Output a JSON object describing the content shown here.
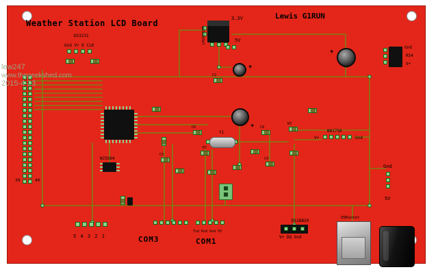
{
  "page": {
    "title": "Weather Station LCD Board",
    "author": "Lewis G1RUN"
  },
  "watermark": {
    "user": "lew247",
    "site": "www.thegeekshed.com",
    "date": "2015-4-23"
  },
  "colors": {
    "board": "#e32619",
    "trace": "#7b7e14",
    "pad": "#8fd08f",
    "pad_border": "#0e6a14",
    "silkscreen": "#000000",
    "background": "#ffffff"
  },
  "regulator": {
    "part": "LM2937IMP",
    "output_label": "3.3V",
    "input_label": "5V"
  },
  "rtc": {
    "name": "DS3231",
    "pin_labels": "Gnd V+ D CLK"
  },
  "lcd_header": {
    "pin39": "39",
    "pin40": "40"
  },
  "flash": {
    "name": "W25Q64"
  },
  "crystal": {
    "ref": "Y1"
  },
  "caps": {
    "plus": "+"
  },
  "light_sensor": {
    "name": "BH1750",
    "left_label": "V+",
    "right_label": "Gnd"
  },
  "right_connector": {
    "labels": [
      "Gnd",
      "R54",
      "V+"
    ]
  },
  "power_header": {
    "top": "Gnd",
    "bottom": "5V"
  },
  "aux_header": {
    "pin_numbers": "5 4 3 2 1"
  },
  "com3": {
    "label": "COM3"
  },
  "com1": {
    "label": "COM1",
    "pin_labels": "Txd Rxd Gnd 5V"
  },
  "temp_sensor": {
    "name": "DS18B20",
    "pin_labels": "V+ DQ Gnd"
  },
  "usb": {
    "label": "USBSocket"
  },
  "refs": {
    "c2": "C2",
    "c3": "C3",
    "c4": "C4",
    "c6": "C6",
    "c8": "C8",
    "r3": "R3",
    "r7": "R7"
  }
}
